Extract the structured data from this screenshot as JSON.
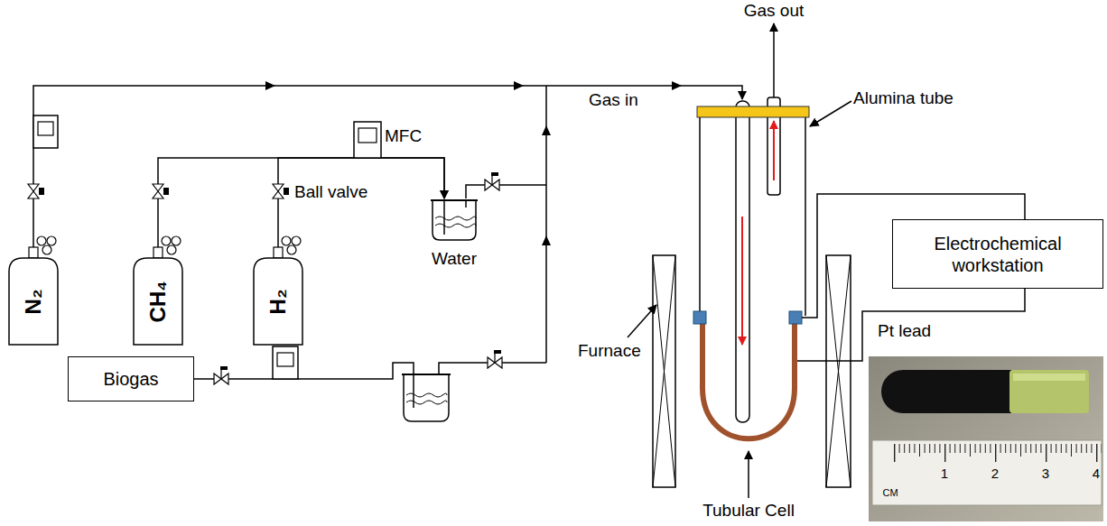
{
  "diagram": {
    "nodes": [
      {
        "text": [
          "N₂"
        ]
      },
      {
        "text": [
          "CH₄"
        ]
      },
      {
        "text": [
          "H₂"
        ]
      },
      {
        "text": [
          "Water"
        ]
      },
      {
        "text": [
          "Biogas"
        ]
      },
      {
        "text": [
          "Electrochemical workstation"
        ]
      }
    ],
    "edges": [
      {
        "from": 1,
        "to": 3,
        "arrow": "to"
      },
      {
        "from": 2,
        "to": 3,
        "arrow": "to"
      }
    ],
    "labels": [
      "Gas out",
      "Gas in",
      "Alumina tube",
      "MFC",
      "Ball valve",
      "Furnace",
      "Pt lead",
      "Tubular Cell",
      "CM",
      "1",
      "2",
      "3",
      "4"
    ]
  }
}
